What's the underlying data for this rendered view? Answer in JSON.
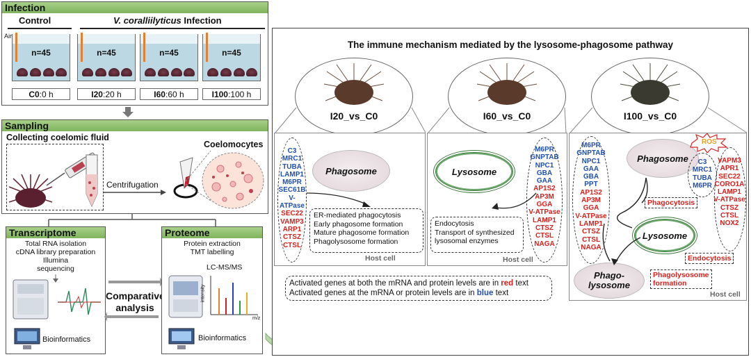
{
  "infection": {
    "title": "Infection",
    "control_label": "Control",
    "infection_label_italic": "V. coralliilyticus",
    "infection_label_rest": " Infection",
    "air_label": "Air",
    "tanks": [
      {
        "n": "n=45",
        "code": "C0",
        "time": ":0 h"
      },
      {
        "n": "n=45",
        "code": "I20",
        "time": ":20 h"
      },
      {
        "n": "n=45",
        "code": "I60",
        "time": ":60 h"
      },
      {
        "n": "n=45",
        "code": "I100",
        "time": ":100 h"
      }
    ]
  },
  "sampling": {
    "title": "Sampling",
    "collect_label": "Collecting coelomic fluid",
    "centrifugation_label": "Centrifugation",
    "coelomocytes_label": "Coelomocytes"
  },
  "transcriptome": {
    "title": "Transcriptome",
    "steps": [
      "Total RNA isolation",
      "cDNA library preparation",
      "Illumina",
      "sequencing"
    ],
    "bioinfo": "Bioinformatics"
  },
  "proteome": {
    "title": "Proteome",
    "steps": [
      "Protein extraction",
      "TMT labelling"
    ],
    "lcms": "LC-MS/MS",
    "intensity": "intensity",
    "mz": "m/z",
    "bioinfo": "Bioinformatics"
  },
  "comparative": {
    "line1": "Comparative",
    "line2": "analysis"
  },
  "mechanism": {
    "title": "The immune mechanism mediated by the lysosome-phagosome pathway",
    "legend_line1_pre": "Activated genes at both the mRNA and protein levels are in ",
    "legend_line1_color": "red",
    "legend_line1_post": " text",
    "legend_line2_pre": "Activated genes at the mRNA or protein levels are in ",
    "legend_line2_color": "blue",
    "legend_line2_post": " text",
    "host_cell": "Host cell",
    "panels": [
      {
        "comparison": "I20_vs_C0",
        "organelle": "Phagosome",
        "blue_genes": [
          "C3",
          "MRC1",
          "TUBA",
          "LAMP1",
          "M6PR",
          "SEC61B",
          "V-ATPase"
        ],
        "red_genes": [
          "SEC22",
          "VAMP3",
          "ARP1",
          "CTSZ",
          "CTSL"
        ],
        "processes": [
          "ER-mediated phagocytosis",
          "Early phagosome formation",
          "Mature phagosome formation",
          "Phagolysosome formation"
        ]
      },
      {
        "comparison": "I60_vs_C0",
        "organelle": "Lysosome",
        "blue_genes": [
          "M6PR",
          "GNPTAB",
          "NPC1",
          "GBA",
          "GAA"
        ],
        "red_genes": [
          "AP1S2",
          "AP3M",
          "GGA",
          "V-ATPase",
          "LAMP1",
          "CTSZ",
          "CTSL",
          "NAGA"
        ],
        "processes": [
          "Endocytosis",
          "Transport of synthesized",
          "lysosomal enzymes"
        ]
      },
      {
        "comparison": "I100_vs_C0",
        "organelles": [
          "Phagosome",
          "Lysosome",
          "Phago-",
          "lysosome"
        ],
        "ros": "ROS",
        "left_blue_genes": [
          "M6PR",
          "GNPTAB",
          "NPC1",
          "GAA",
          "GBA",
          "PPT"
        ],
        "left_red_genes": [
          "AP1S2",
          "AP3M",
          "GGA",
          "V-ATPase",
          "LAMP1",
          "CTSZ",
          "CTSL",
          "NAGA"
        ],
        "mid_blue_genes": [
          "C3",
          "MRC1",
          "TUBA",
          "M6PR"
        ],
        "right_red_genes": [
          "VAPM3",
          "APR1",
          "SEC22",
          "CORO1A",
          "LAMP1",
          "V-ATPase",
          "CTSZ",
          "CTSL",
          "NOX2"
        ],
        "tags": [
          "Phagocytosis",
          "Endocytosis",
          "Phagolysosome",
          "formation"
        ]
      }
    ]
  }
}
